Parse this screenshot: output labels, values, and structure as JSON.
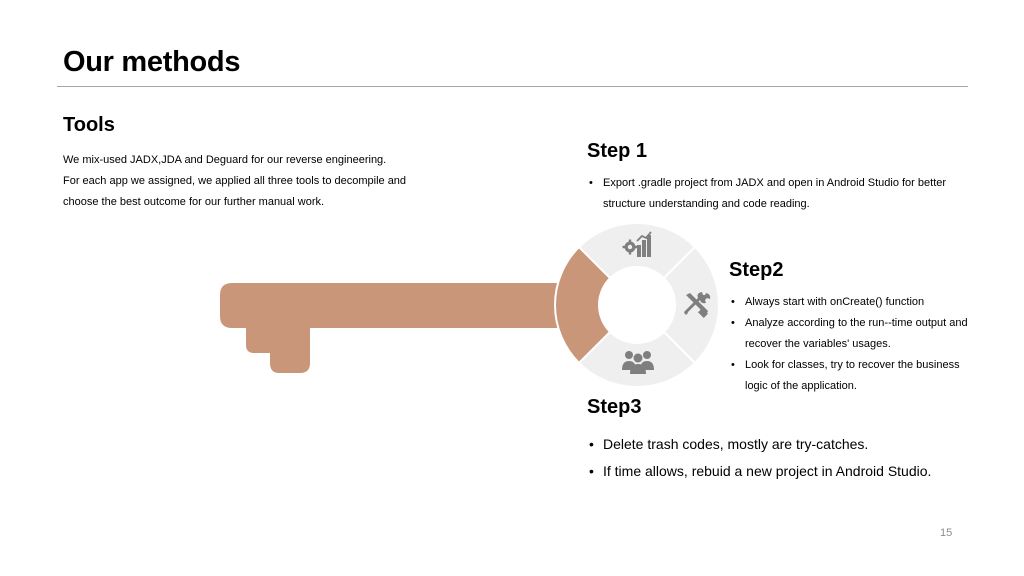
{
  "slide": {
    "title": "Our methods",
    "page_number": "15"
  },
  "tools": {
    "heading": "Tools",
    "paragraphs": [
      "We mix-used JADX,JDA and Deguard for our reverse engineering.",
      "For each app we assigned, we applied all three tools to decompile and choose the best outcome for our further manual work."
    ]
  },
  "steps": [
    {
      "heading": "Step 1",
      "icon": "gear-chart-icon",
      "bullets": [
        "Export .gradle project from JADX and open in Android Studio for better structure understanding and code reading."
      ]
    },
    {
      "heading": "Step2",
      "icon": "tools-icon",
      "bullets": [
        "Always start with onCreate() function",
        "Analyze according to the run--time output and recover the variables' usages.",
        "Look for classes, try to recover the business logic of the application."
      ]
    },
    {
      "heading": "Step3",
      "icon": "team-icon",
      "bullets": [
        "Delete trash codes, mostly are try-catches.",
        "If time allows, rebuid a new project in Android Studio."
      ]
    }
  ],
  "colors": {
    "key": "#C9967A",
    "ring_segment": "#EFEFEF",
    "ring_divider": "#FFFFFF",
    "icon": "#7F7F7F",
    "rule": "#A6A6A6"
  }
}
